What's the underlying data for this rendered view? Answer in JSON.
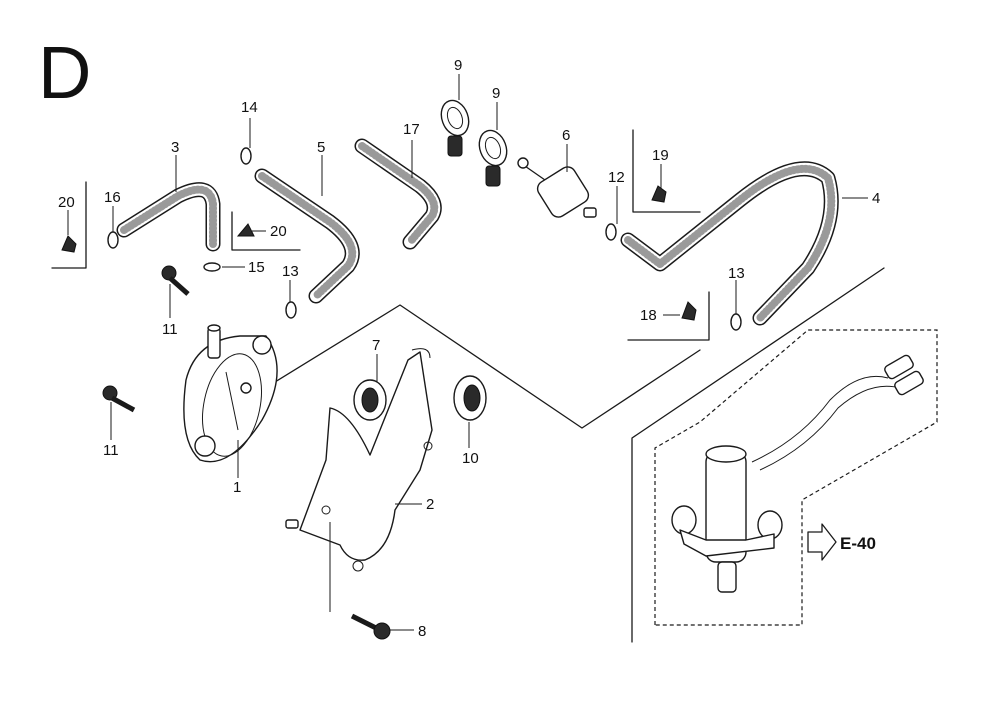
{
  "section_letter": "D",
  "reference": {
    "label": "E-40"
  },
  "callouts": [
    {
      "id": "c-20a",
      "text": "20"
    },
    {
      "id": "c-16",
      "text": "16"
    },
    {
      "id": "c-3",
      "text": "3"
    },
    {
      "id": "c-20b",
      "text": "20"
    },
    {
      "id": "c-14",
      "text": "14"
    },
    {
      "id": "c-5",
      "text": "5"
    },
    {
      "id": "c-17",
      "text": "17"
    },
    {
      "id": "c-9a",
      "text": "9"
    },
    {
      "id": "c-9b",
      "text": "9"
    },
    {
      "id": "c-6",
      "text": "6"
    },
    {
      "id": "c-19",
      "text": "19"
    },
    {
      "id": "c-12",
      "text": "12"
    },
    {
      "id": "c-4",
      "text": "4"
    },
    {
      "id": "c-15",
      "text": "15"
    },
    {
      "id": "c-13a",
      "text": "13"
    },
    {
      "id": "c-13b",
      "text": "13"
    },
    {
      "id": "c-18",
      "text": "18"
    },
    {
      "id": "c-11a",
      "text": "11"
    },
    {
      "id": "c-11b",
      "text": "11"
    },
    {
      "id": "c-7",
      "text": "7"
    },
    {
      "id": "c-10",
      "text": "10"
    },
    {
      "id": "c-1",
      "text": "1"
    },
    {
      "id": "c-2",
      "text": "2"
    },
    {
      "id": "c-8",
      "text": "8"
    }
  ]
}
